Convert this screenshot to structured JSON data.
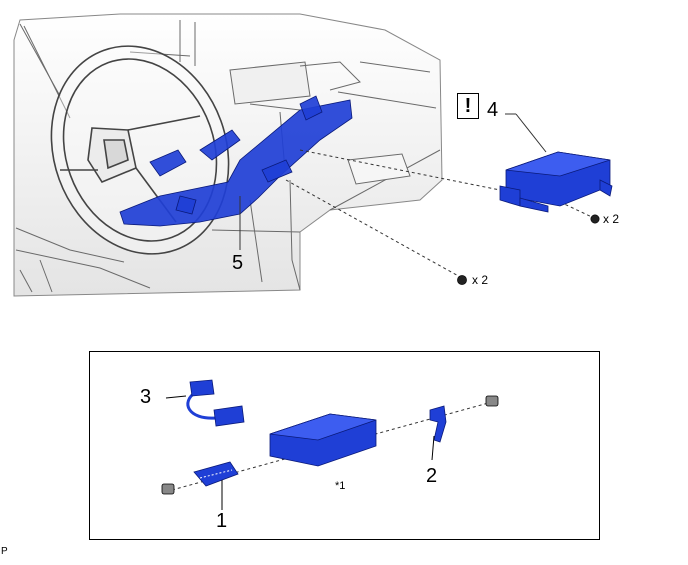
{
  "callouts": {
    "c1": "1",
    "c2": "2",
    "c3": "3",
    "c4": "4",
    "c5": "5",
    "caution_mark": "!"
  },
  "quantities": {
    "screws_dash": "x 2",
    "screws_cluster": "x 2"
  },
  "note_mark": "*1",
  "corner_mark": "P",
  "colors": {
    "part_highlight": "#1f3fd6",
    "line_art": "#555555",
    "dash_line": "#333333"
  },
  "icons": [
    "caution-icon",
    "screw-icon"
  ]
}
